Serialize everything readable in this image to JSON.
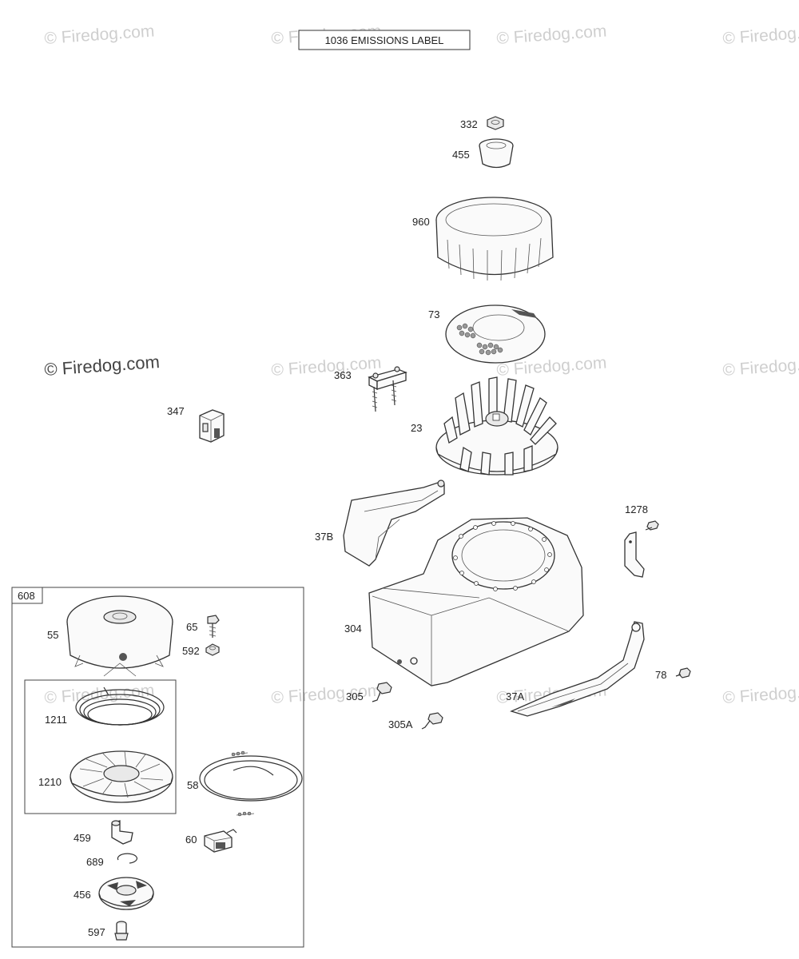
{
  "header": {
    "emissions_label": "1036 EMISSIONS LABEL"
  },
  "watermark": {
    "text": "© Firedog.com",
    "prominent_text": "© Firedog.com"
  },
  "group": {
    "label": "608"
  },
  "parts": {
    "p332": "332",
    "p455": "455",
    "p960": "960",
    "p73": "73",
    "p363": "363",
    "p347": "347",
    "p23": "23",
    "p37B": "37B",
    "p1278": "1278",
    "p304": "304",
    "p78": "78",
    "p37A": "37A",
    "p305": "305",
    "p305A": "305A",
    "p55": "55",
    "p65": "65",
    "p592": "592",
    "p1211": "1211",
    "p1210": "1210",
    "p58": "58",
    "p459": "459",
    "p60": "60",
    "p689": "689",
    "p456": "456",
    "p597": "597"
  }
}
